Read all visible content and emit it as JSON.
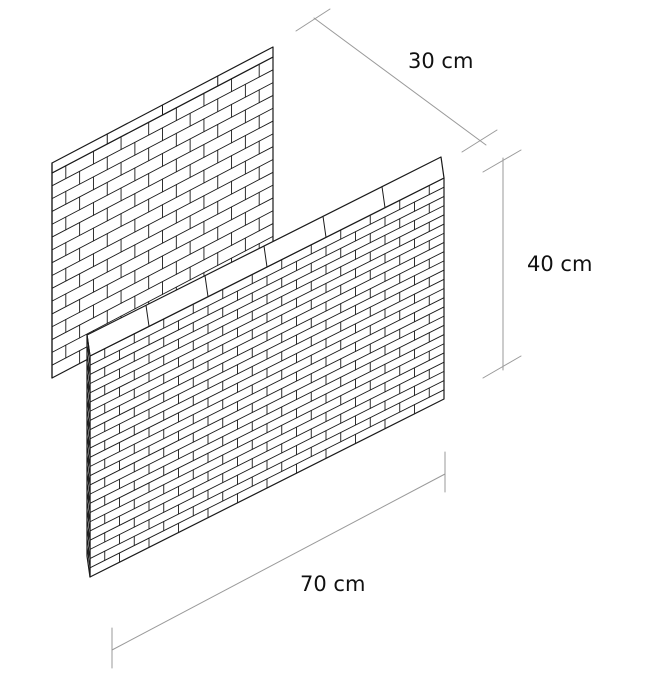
{
  "labels": {
    "depth": "30 cm",
    "height": "40 cm",
    "length": "70 cm"
  },
  "colors": {
    "background": "#ffffff",
    "stroke": "#1a1a1a",
    "dimension_line": "#9a9a9a",
    "text": "#111111"
  }
}
